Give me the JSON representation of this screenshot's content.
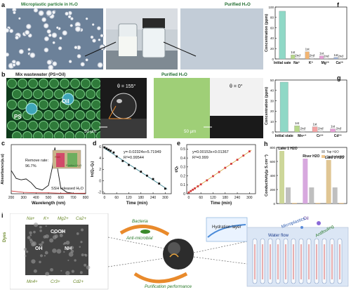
{
  "panels": {
    "a": {
      "label": "a",
      "left_caption": "Microplastic particle in H₂O",
      "right_caption": "Purified H₂O"
    },
    "b": {
      "label": "b",
      "left_caption": "Mix wastewater (PS+Oil)",
      "right_caption": "Purified H₂O",
      "oil_label": "Oil",
      "ps_label": "PS",
      "angle_left": "θ = 155°",
      "angle_right": "θ = 0°",
      "scale_left": "50 μm",
      "scale_right": "50 μm"
    },
    "c": {
      "label": "c",
      "ylabel": "Absorbance(a.u)",
      "xlabel": "Wavelength (nm)",
      "remove_rate": "Remove rate:",
      "remove_value": "96.7%",
      "annotation": "SSH released H₂O",
      "inset_left": "RhB",
      "inset_right": "Purified H₂O"
    },
    "d": {
      "label": "d",
      "ylabel": "ln(Qₑ-Qₜ)",
      "xlabel": "Time (min)",
      "equation": "y=-0.02324x+5.71949",
      "r2": "R²=0.99544"
    },
    "e": {
      "label": "e",
      "ylabel": "t/Qₜ",
      "xlabel": "Time (min)",
      "equation": "y=0.00153x+0.01367",
      "r2": "R²=0.999"
    },
    "f": {
      "label": "f",
      "ylabel": "Concentration (ppm)",
      "categories": [
        "Initial sate",
        "Na⁺",
        "K⁺",
        "Mg²⁺",
        "Ca²⁺"
      ],
      "first_label": "1st",
      "second_label": "2nd"
    },
    "g": {
      "label": "g",
      "ylabel": "Concentration (ppm)",
      "categories": [
        "Initial state",
        "Mn⁴⁺",
        "Cr³⁺",
        "Cd²⁺"
      ],
      "first_label": "1st",
      "second_label": "2nd"
    },
    "h": {
      "label": "h",
      "ylabel": "Conductivity(μ S.cm⁻¹)",
      "legend": [
        "Tap H2O",
        "Purified H2O"
      ],
      "groups": [
        "Lake 1 H2O",
        "River H2O",
        "Lake 2 H2O"
      ]
    },
    "i": {
      "label": "i",
      "dyes": "Dyes",
      "ions_top": [
        "Na+",
        "K+",
        "Mg2+",
        "Ca2+"
      ],
      "ions_bottom": [
        "Mn4+",
        "Cr3+",
        "Cd2+"
      ],
      "groups": [
        "COOH",
        "OH",
        "NH"
      ],
      "bacteria": "Bacteria",
      "antimicrobial": "Anti-microbial",
      "purification": "Purification performance",
      "hydration": "Hydration layer",
      "oil": "Oil",
      "microplastics": "Microplastics",
      "antifouling": "Antifouling",
      "water_flow": "Water flow"
    }
  },
  "chart_data": [
    {
      "id": "c",
      "type": "line",
      "xlabel": "Wavelength (nm)",
      "ylabel": "Absorbance(a.u)",
      "xlim": [
        200,
        800
      ],
      "xticks": [
        200,
        300,
        400,
        500,
        600,
        700,
        800
      ],
      "series": [
        {
          "color": "#111111",
          "x": [
            200,
            240,
            280,
            320,
            360,
            400,
            450,
            500,
            530,
            552,
            570,
            600,
            650,
            700,
            800
          ],
          "y": [
            0.5,
            0.33,
            0.3,
            0.32,
            0.24,
            0.12,
            0.08,
            0.18,
            0.55,
            1.0,
            0.6,
            0.12,
            0.03,
            0.01,
            0.0
          ]
        },
        {
          "color": "#d23b3b",
          "x": [
            200,
            260,
            300,
            400,
            500,
            600,
            800
          ],
          "y": [
            0.06,
            0.04,
            0.03,
            0.02,
            0.02,
            0.01,
            0.01
          ]
        }
      ]
    },
    {
      "id": "d",
      "type": "scatter",
      "xlabel": "Time (min)",
      "ylabel": "ln(Qₑ-Qₜ)",
      "xlim": [
        -10,
        330
      ],
      "ylim": [
        -2.3,
        6.4
      ],
      "xticks": [
        0,
        60,
        120,
        180,
        240,
        300
      ],
      "yticks": [
        -2,
        0,
        2,
        4,
        6
      ],
      "x": [
        0,
        10,
        20,
        30,
        45,
        60,
        90,
        120,
        150,
        180,
        210,
        240,
        270,
        300
      ],
      "y": [
        5.9,
        5.7,
        5.5,
        5.3,
        5.0,
        4.3,
        3.5,
        2.8,
        2.2,
        1.6,
        0.9,
        0.3,
        -0.5,
        -1.4
      ],
      "fit": {
        "slope": -0.02324,
        "intercept": 5.71949
      }
    },
    {
      "id": "e",
      "type": "scatter",
      "xlabel": "Time (min)",
      "ylabel": "t/Qₜ",
      "xlim": [
        -10,
        330
      ],
      "ylim": [
        0,
        0.55
      ],
      "xticks": [
        0,
        60,
        120,
        180,
        240,
        300
      ],
      "yticks": [
        0.0,
        0.1,
        0.2,
        0.3,
        0.4,
        0.5
      ],
      "x": [
        0,
        10,
        20,
        30,
        45,
        60,
        90,
        120,
        150,
        180,
        210,
        240,
        270,
        300
      ],
      "y": [
        0.014,
        0.03,
        0.045,
        0.06,
        0.083,
        0.105,
        0.15,
        0.197,
        0.243,
        0.29,
        0.335,
        0.38,
        0.427,
        0.474
      ],
      "fit": {
        "slope": 0.00153,
        "intercept": 0.01367
      }
    },
    {
      "id": "f",
      "type": "bar",
      "ylabel": "Concentration (ppm)",
      "categories": [
        "Initial sate",
        "Na⁺",
        "K⁺",
        "Mg²⁺",
        "Ca²⁺"
      ],
      "ylim": [
        0,
        100
      ],
      "yticks": [
        0,
        20,
        40,
        60,
        80,
        100
      ],
      "series": [
        {
          "color": "#8fd8c6",
          "values": [
            92,
            0,
            0,
            0,
            0
          ]
        },
        {
          "color": "#b7d88a",
          "values": [
            0,
            8,
            0,
            0,
            0
          ]
        },
        {
          "color": "#f2b471",
          "values": [
            0,
            0,
            14,
            0,
            0
          ]
        },
        {
          "color": "#e8a0d8",
          "values": [
            0,
            0,
            0,
            6,
            0
          ]
        },
        {
          "color": "#9ab1dc",
          "values": [
            0,
            0,
            0,
            0,
            3
          ]
        },
        {
          "color": "#dddddd",
          "values": [
            0,
            2,
            2,
            1,
            1
          ]
        }
      ]
    },
    {
      "id": "g",
      "type": "bar",
      "ylabel": "Concentration (ppm)",
      "categories": [
        "Initial state",
        "Mn⁴⁺",
        "Cr³⁺",
        "Cd²⁺"
      ],
      "ylim": [
        0,
        50
      ],
      "yticks": [
        0,
        10,
        20,
        30,
        40,
        50
      ],
      "series": [
        {
          "color": "#8fd8c6",
          "values": [
            48,
            0,
            0,
            0
          ]
        },
        {
          "color": "#b7d88a",
          "values": [
            0,
            6,
            0,
            0
          ]
        },
        {
          "color": "#f4a3a3",
          "values": [
            0,
            0,
            5,
            0
          ]
        },
        {
          "color": "#e8a0d8",
          "values": [
            0,
            0,
            0,
            3
          ]
        },
        {
          "color": "#dddddd",
          "values": [
            0,
            1,
            1,
            1
          ]
        }
      ]
    },
    {
      "id": "h",
      "type": "bar",
      "ylabel": "Conductivity(μ S.cm⁻¹)",
      "categories": [
        "Lake 1 H2O",
        "River H2O",
        "Lake 2 H2O"
      ],
      "ylim": [
        0,
        800
      ],
      "yticks": [
        0,
        200,
        400,
        600,
        800
      ],
      "series": [
        {
          "name": "Tap H2O",
          "color": "#bfbfbf",
          "values": [
            230,
            230,
            230
          ]
        },
        {
          "name": "Purified H2O",
          "color": "#f1c78c",
          "values": [
            10,
            10,
            10
          ]
        }
      ],
      "raw_water": [
        {
          "color": "#cdd79a",
          "value": 750
        },
        {
          "color": "#d7a8de",
          "value": 640
        },
        {
          "color": "#e0c694",
          "value": 620
        }
      ]
    }
  ]
}
